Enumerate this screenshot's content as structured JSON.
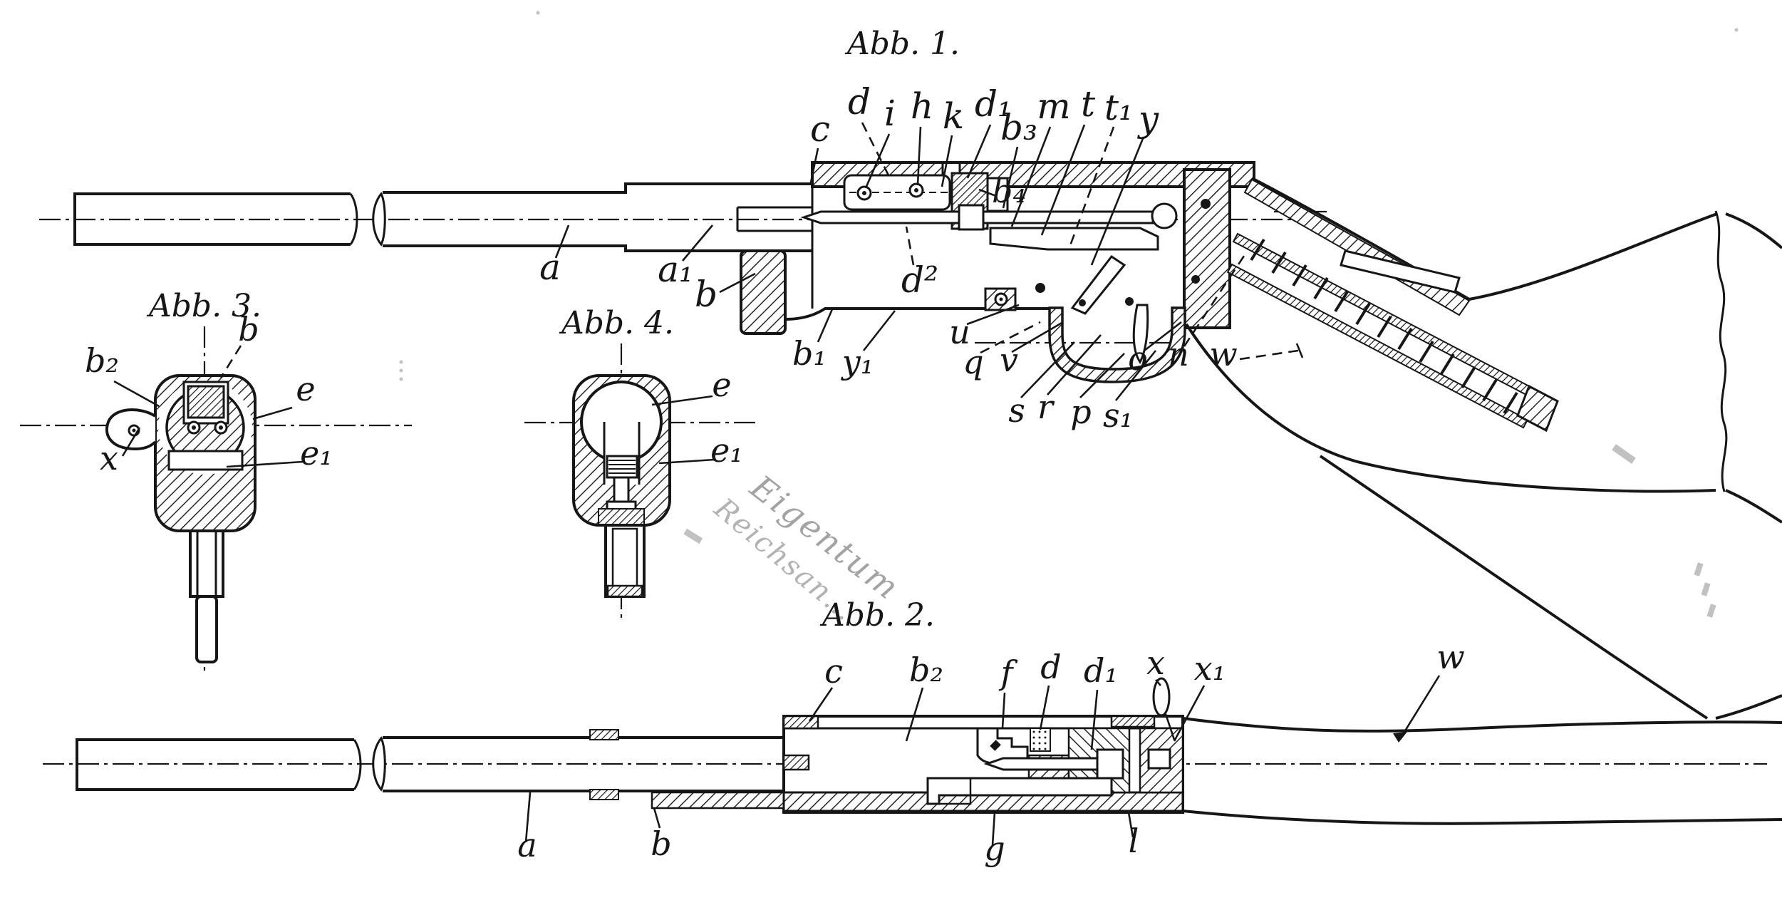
{
  "colors": {
    "ink": "#161616",
    "paper": "#ffffff"
  },
  "abb1": {
    "title": "Abb. 1.",
    "labels": {
      "c": "c",
      "d": "d",
      "i": "i",
      "h": "h",
      "k": "k",
      "d1": "d₁",
      "b3": "b₃",
      "m": "m",
      "t": "t",
      "t1": "t₁",
      "y": "y",
      "b4": "b₄",
      "d2": "d²",
      "a": "a",
      "a1": "a₁",
      "b": "b",
      "b1": "b₁",
      "y1": "y₁",
      "u": "u",
      "q": "q",
      "v": "v",
      "s": "s",
      "r": "r",
      "p": "p",
      "s1": "s₁",
      "o": "o",
      "n": "n",
      "w": "w"
    }
  },
  "abb2": {
    "title": "Abb. 2.",
    "labels": {
      "c": "c",
      "b2": "b₂",
      "f": "f",
      "d": "d",
      "d1": "d₁",
      "x": "x",
      "x1": "x₁",
      "w": "w",
      "a": "a",
      "b": "b",
      "g": "g",
      "l": "l"
    }
  },
  "abb3": {
    "title": "Abb. 3.",
    "labels": {
      "b2": "b₂",
      "b": "b",
      "e": "e",
      "e1": "e₁",
      "x": "x"
    }
  },
  "abb4": {
    "title": "Abb. 4.",
    "labels": {
      "e": "e",
      "e1": "e₁"
    }
  },
  "stamp": {
    "line1": "Eigentum",
    "line2": "Reichsan…"
  }
}
